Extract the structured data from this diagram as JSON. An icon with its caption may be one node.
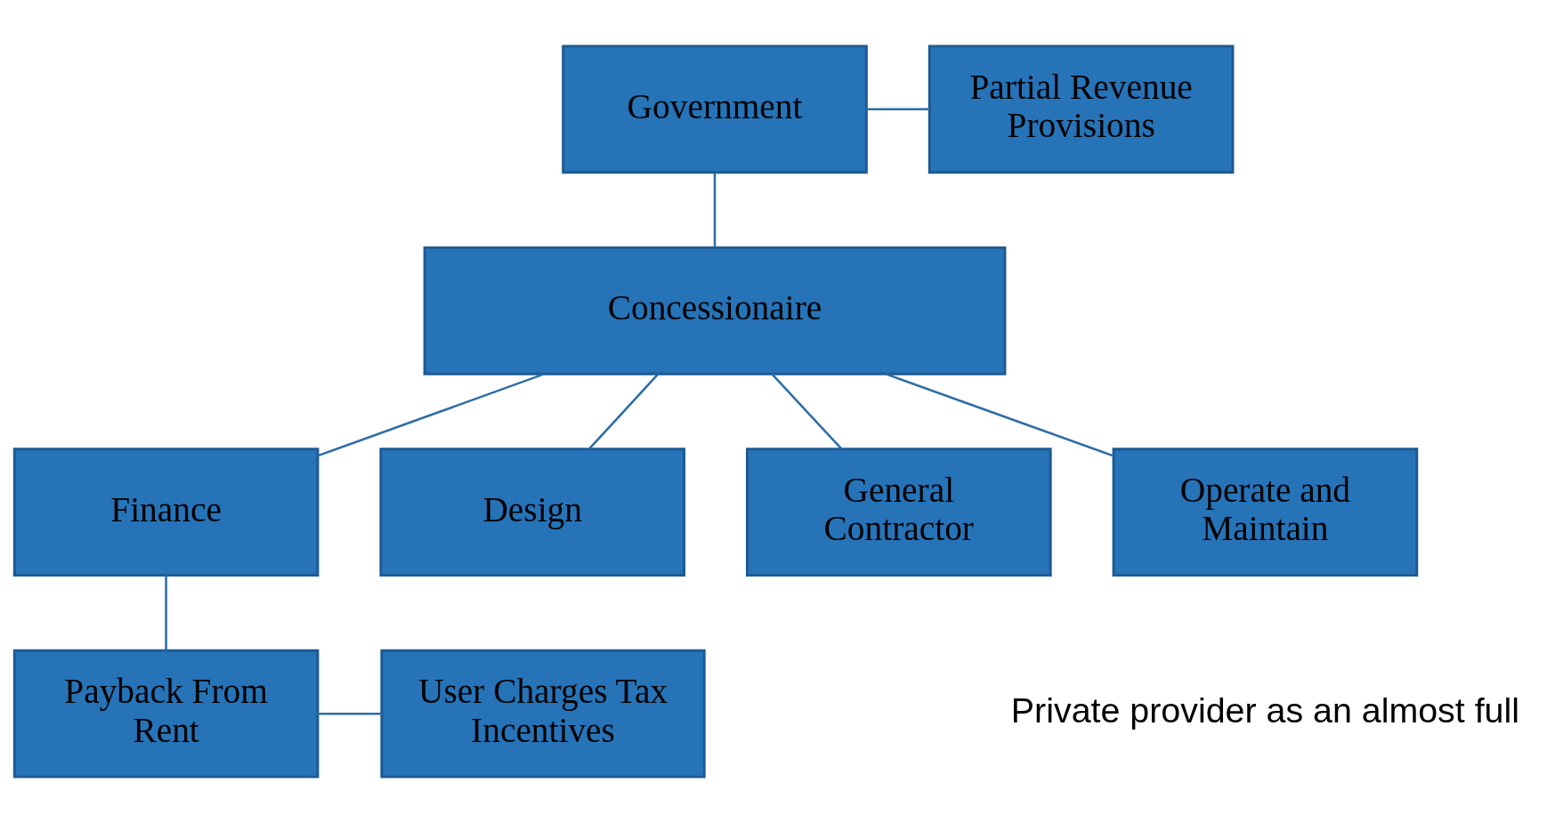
{
  "diagram": {
    "nodes": [
      {
        "text": [
          "Government"
        ]
      },
      {
        "text": [
          "Partial Revenue Provisions"
        ]
      },
      {
        "text": [
          "Concessionaire"
        ]
      },
      {
        "text": [
          "Finance"
        ]
      },
      {
        "text": [
          "Design"
        ]
      },
      {
        "text": [
          "General Contractor"
        ]
      },
      {
        "text": [
          "Operate and Maintain"
        ]
      },
      {
        "text": [
          "Payback From Rent"
        ]
      },
      {
        "text": [
          "User Charges Tax Incentives"
        ]
      }
    ],
    "edges": [
      {
        "from": 0,
        "to": 1,
        "arrow": "none"
      },
      {
        "from": 0,
        "to": 2,
        "arrow": "none"
      },
      {
        "from": 2,
        "to": 3,
        "arrow": "none"
      },
      {
        "from": 2,
        "to": 4,
        "arrow": "none"
      },
      {
        "from": 2,
        "to": 5,
        "arrow": "none"
      },
      {
        "from": 2,
        "to": 6,
        "arrow": "none"
      },
      {
        "from": 3,
        "to": 7,
        "arrow": "none"
      },
      {
        "from": 7,
        "to": 8,
        "arrow": "none"
      }
    ],
    "labels": [
      "Private provider as an almost full"
    ]
  }
}
